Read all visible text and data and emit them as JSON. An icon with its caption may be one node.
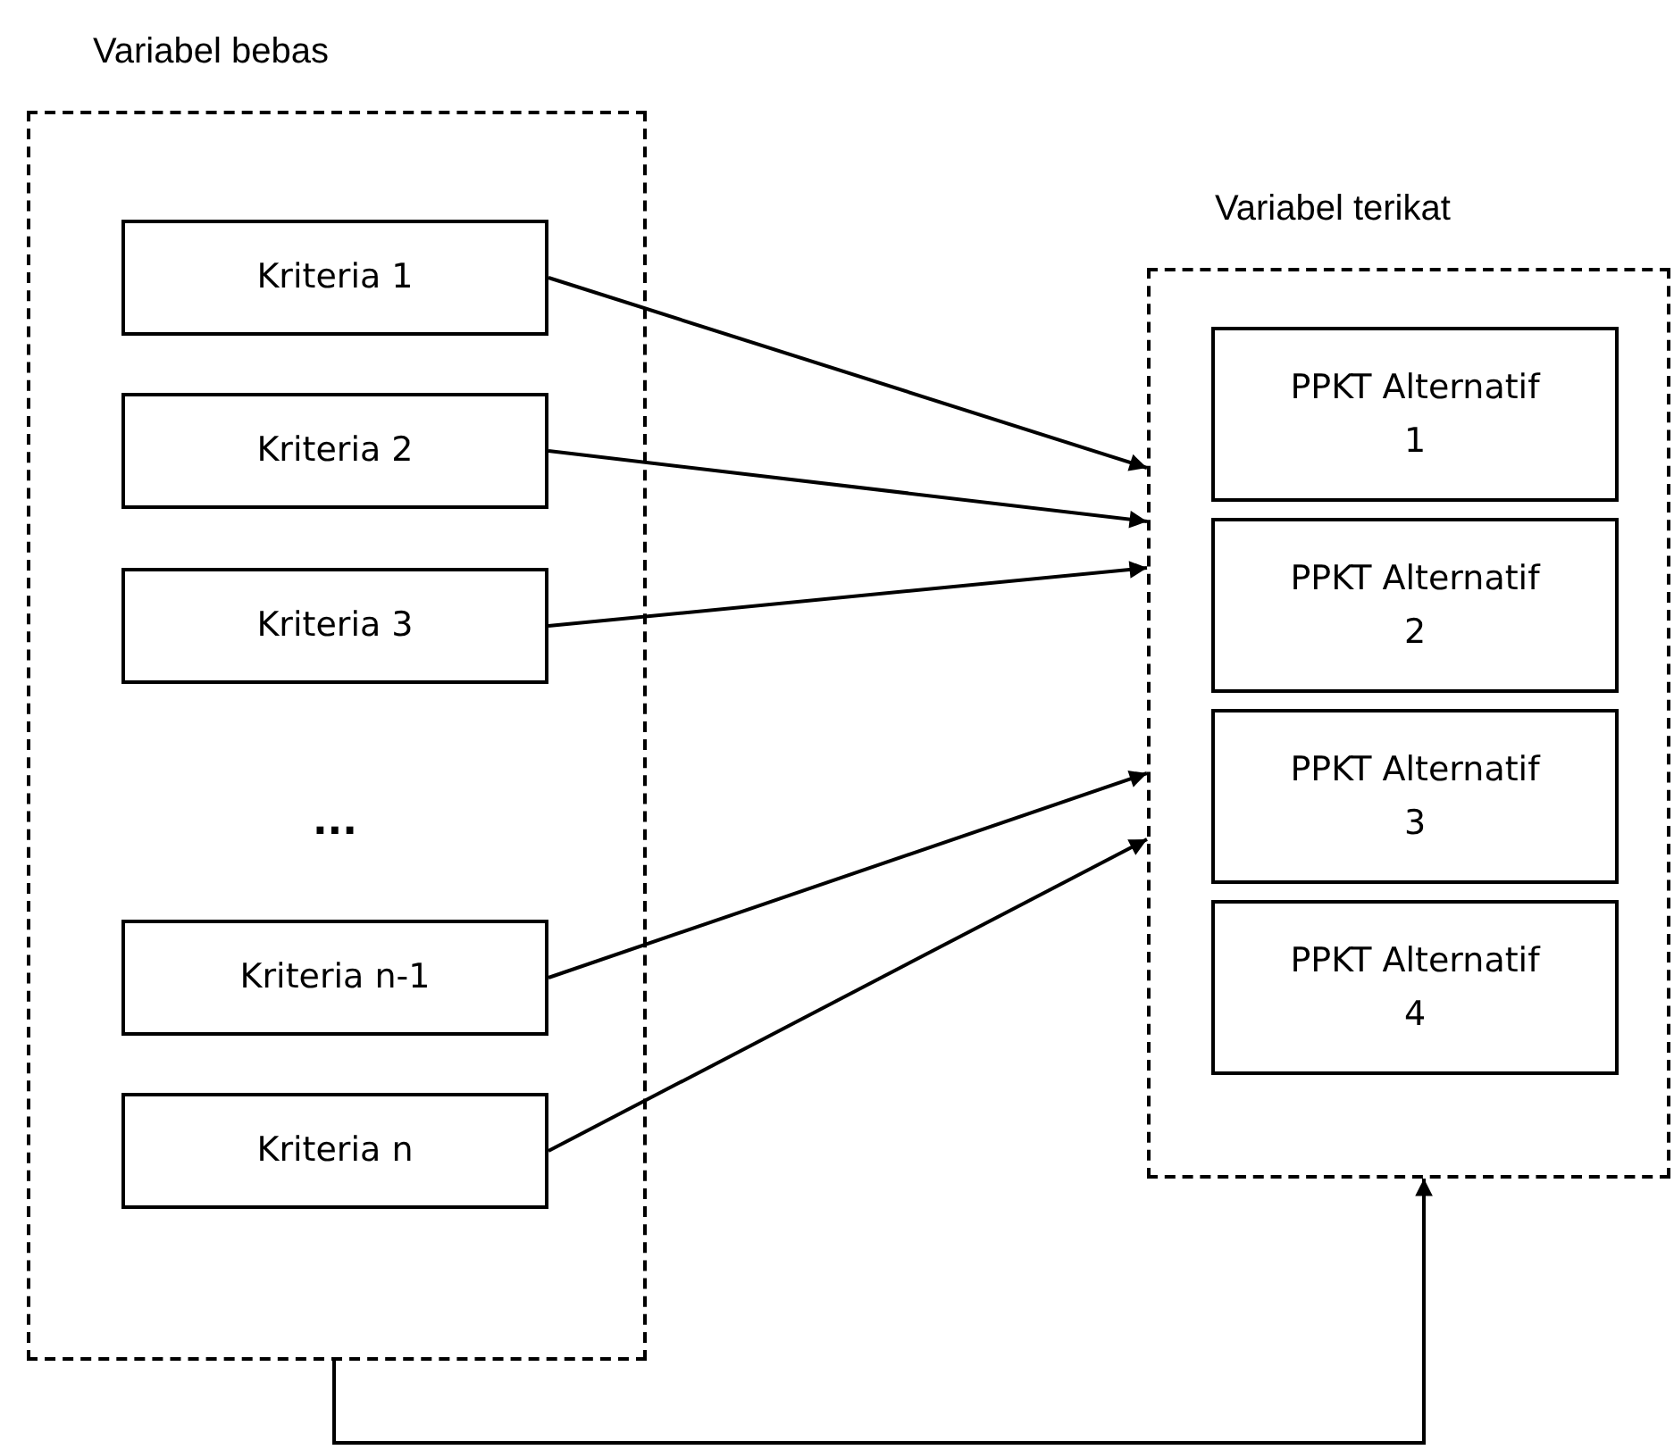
{
  "diagram": {
    "nodes": [
      {
        "text": [
          "Variabel bebas"
        ]
      },
      {
        "text": [
          "Kriteria 1"
        ],
        "in": 0
      },
      {
        "text": [
          "Kriteria 2"
        ],
        "in": 0
      },
      {
        "text": [
          "Kriteria 3"
        ],
        "in": 0
      },
      {
        "text": [
          "Kriteria n-1"
        ],
        "in": 0
      },
      {
        "text": [
          "Kriteria n"
        ],
        "in": 0
      },
      {
        "text": [
          "Variabel terikat"
        ]
      },
      {
        "text": [
          "PPKT Alternatif 1"
        ],
        "in": 6
      },
      {
        "text": [
          "PPKT Alternatif 2"
        ],
        "in": 6
      },
      {
        "text": [
          "PPKT Alternatif 3"
        ],
        "in": 6
      },
      {
        "text": [
          "PPKT Alternatif 4"
        ],
        "in": 6
      }
    ],
    "edges": [
      {
        "from": 1,
        "to": 6,
        "arrow": "to"
      },
      {
        "from": 2,
        "to": 6,
        "arrow": "to"
      },
      {
        "from": 3,
        "to": 6,
        "arrow": "to"
      },
      {
        "from": 4,
        "to": 6,
        "arrow": "to"
      },
      {
        "from": 5,
        "to": 6,
        "arrow": "to"
      },
      {
        "from": 0,
        "to": 6,
        "arrow": "to"
      }
    ],
    "labels": [
      "..."
    ]
  }
}
